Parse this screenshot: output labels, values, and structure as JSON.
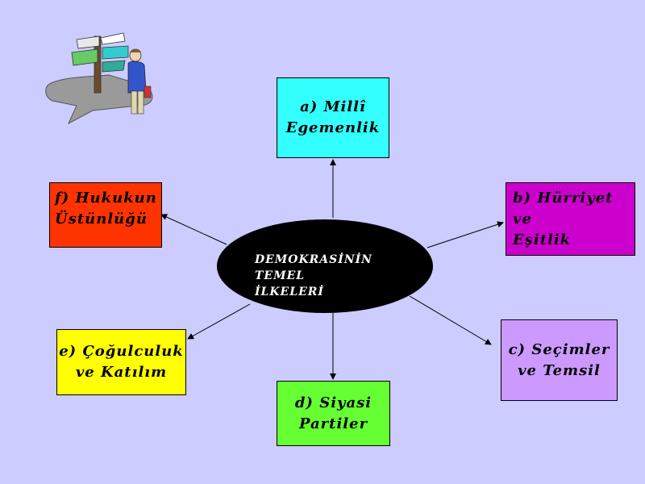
{
  "background": "#CCCCFF",
  "center": {
    "lines": [
      "DEMOKRASİNİN",
      "TEMEL",
      "İLKELERİ"
    ],
    "fill": "#000000",
    "text_color": "#FFFFFF"
  },
  "nodes": [
    {
      "id": "a",
      "lines": [
        "a) Millî",
        "Egemenlik"
      ],
      "fill": "#33FFFF"
    },
    {
      "id": "b",
      "lines": [
        "b) Hürriyet ve",
        "Eşitlik"
      ],
      "fill": "#CC00CC"
    },
    {
      "id": "c",
      "lines": [
        "c) Seçimler",
        "ve Temsil"
      ],
      "fill": "#CC99FF"
    },
    {
      "id": "d",
      "lines": [
        "d) Siyasi",
        "Partiler"
      ],
      "fill": "#66FF33"
    },
    {
      "id": "e",
      "lines": [
        "e) Çoğulculuk",
        "ve Katılım"
      ],
      "fill": "#FFFF00"
    },
    {
      "id": "f",
      "lines": [
        "f) Hukukun",
        "Üstünlüğü"
      ],
      "fill": "#FF3300"
    }
  ],
  "icons": {
    "clipart": "man-at-signpost-icon"
  }
}
